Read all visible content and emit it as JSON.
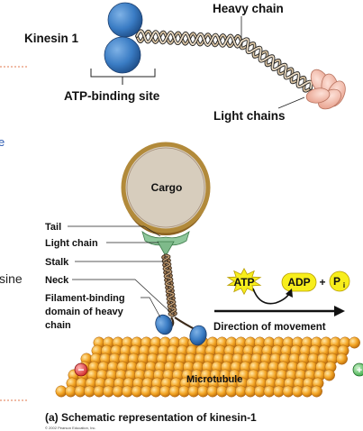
{
  "top_panel": {
    "title": "Kinesin 1",
    "heavy_chain": "Heavy chain",
    "atp_binding_site": "ATP-binding site",
    "light_chains": "Light chains"
  },
  "bottom_panel": {
    "cargo": "Cargo",
    "tail": "Tail",
    "light_chain": "Light chain",
    "stalk": "Stalk",
    "neck": "Neck",
    "filament_binding_1": "Filament-binding",
    "filament_binding_2": "domain of heavy",
    "filament_binding_3": "chain",
    "microtubule": "Microtubule",
    "atp": "ATP",
    "adp": "ADP",
    "plus_sign": "+",
    "pi": "P",
    "pi_sub": "i",
    "direction": "Direction of movement",
    "minus_end": "−",
    "plus_end": "+"
  },
  "side_text": {
    "left_fragment": "sine",
    "left_mark": "e"
  },
  "caption": {
    "text": "(a) Schematic representation of kinesin-1",
    "copyright": "© 2002 Pearson Education, Inc."
  },
  "colors": {
    "motor_head": "#3a7cc4",
    "cargo": "#d7cdbd",
    "cargo_rim": "#b28a3a",
    "light_chain": "#8fc79b",
    "microtubule": "#f0a21e",
    "atp_star": "#f7ee1c",
    "light_chain_lobes": "#f2b7a6"
  }
}
